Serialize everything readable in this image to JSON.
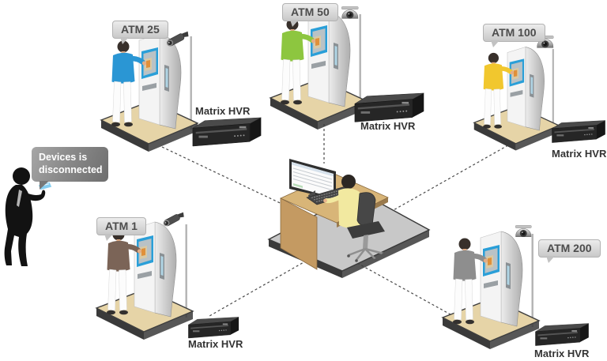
{
  "diagram": {
    "alert_bubble": {
      "text": "Devices is disconnected"
    },
    "stations": [
      {
        "id": "atm-25",
        "label": "ATM 25",
        "recorder": "Matrix HVR",
        "camera": "bullet",
        "shirt_color": "#2a96d4"
      },
      {
        "id": "atm-50",
        "label": "ATM 50",
        "recorder": "Matrix HVR",
        "camera": "dome",
        "shirt_color": "#8dc63f"
      },
      {
        "id": "atm-100",
        "label": "ATM 100",
        "recorder": "Matrix HVR",
        "camera": "dome",
        "shirt_color": "#f1c72e"
      },
      {
        "id": "atm-1",
        "label": "ATM 1",
        "recorder": "Matrix HVR",
        "camera": "bullet",
        "shirt_color": "#7b6457"
      },
      {
        "id": "atm-200",
        "label": "ATM 200",
        "recorder": "Matrix HVR",
        "camera": "dome",
        "shirt_color": "#8e8e8e"
      }
    ],
    "center": {
      "role": "central monitoring desk"
    },
    "colors": {
      "platform-top": "#e6d4a7",
      "platform-side": "#3a3a3a",
      "center-floor": "#c8c8c8",
      "desk-top": "#d8b578",
      "desk-front": "#c49a62",
      "screen-blue": "#2a9fd8",
      "bubble-bg": "#8a8a8a",
      "label-bg": "#c8c8c8",
      "label-bg-light": "#ececec",
      "connector": "#4a4a4a"
    }
  }
}
